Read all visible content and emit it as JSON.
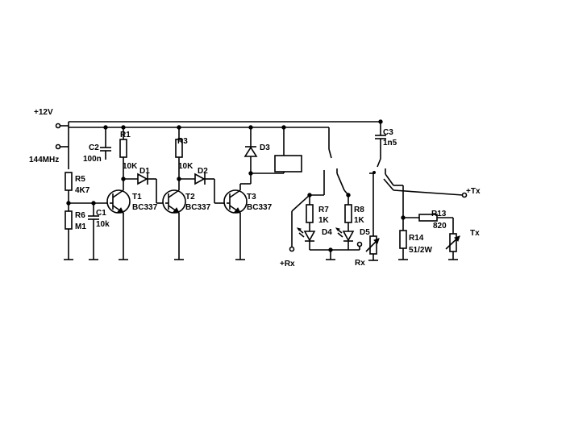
{
  "diagram": {
    "nets": {
      "vcc": "+12V",
      "rf_in": "144MHz",
      "rx_out": "+Rx",
      "tx_out": "+Tx",
      "rx_label": "Rx",
      "tx_label": "Tx"
    },
    "components": {
      "r1": {
        "ref": "R1",
        "value": "10K"
      },
      "r3": {
        "ref": "R3",
        "value": "10K"
      },
      "r5": {
        "ref": "R5",
        "value": "4K7"
      },
      "r6": {
        "ref": "R6",
        "value": "M1"
      },
      "r7": {
        "ref": "R7",
        "value": "1K"
      },
      "r8": {
        "ref": "R8",
        "value": "1K"
      },
      "r13": {
        "ref": "R13",
        "value": "820"
      },
      "r14": {
        "ref": "R14",
        "value": "51/2W"
      },
      "c1": {
        "ref": "C1",
        "value": "10k"
      },
      "c2": {
        "ref": "C2",
        "value": "100n"
      },
      "c3": {
        "ref": "C3",
        "value": "1n5"
      },
      "d1": {
        "ref": "D1"
      },
      "d2": {
        "ref": "D2"
      },
      "d3": {
        "ref": "D3"
      },
      "d4": {
        "ref": "D4"
      },
      "d5": {
        "ref": "D5"
      },
      "t1": {
        "ref": "T1",
        "value": "BC337"
      },
      "t2": {
        "ref": "T2",
        "value": "BC337"
      },
      "t3": {
        "ref": "T3",
        "value": "BC337"
      }
    }
  }
}
